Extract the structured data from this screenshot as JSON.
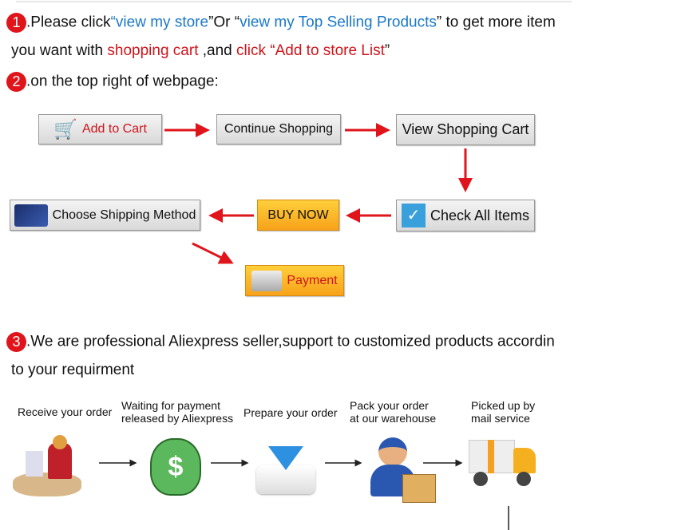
{
  "step1": {
    "number": "1",
    "line1": [
      ".Please click",
      "“view my store",
      "”Or “",
      "view my Top Selling Products",
      "” to get more item"
    ],
    "line2": [
      "you want with ",
      "shopping cart",
      " ,and ",
      "click “Add to store List",
      "”"
    ]
  },
  "step2": {
    "number": "2",
    "text": ".on the top right of webpage:"
  },
  "flow": {
    "add_to_cart": "Add to Cart",
    "continue_shopping": "Continue Shopping",
    "view_shopping_cart": "View Shopping Cart",
    "check_all_items": "Check All Items",
    "buy_now": "BUY NOW",
    "choose_shipping": "Choose Shipping Method",
    "payment": "Payment"
  },
  "step3": {
    "number": "3",
    "line1": ".We are professional Aliexpress seller,support to customized products accordin",
    "line2": "to your requirment"
  },
  "process": [
    {
      "l1": "Receive your order",
      "l2": ""
    },
    {
      "l1": "Waiting for payment",
      "l2": "released by Aliexpress"
    },
    {
      "l1": "Prepare your order",
      "l2": ""
    },
    {
      "l1": "Pack your order",
      "l2": "at our warehouse"
    },
    {
      "l1": "Picked up by",
      "l2": "mail service"
    }
  ],
  "colors": {
    "badge": "#e0141b",
    "link_blue": "#1a78c8",
    "link_red": "#d0141b",
    "orange": "#f7a21a"
  }
}
